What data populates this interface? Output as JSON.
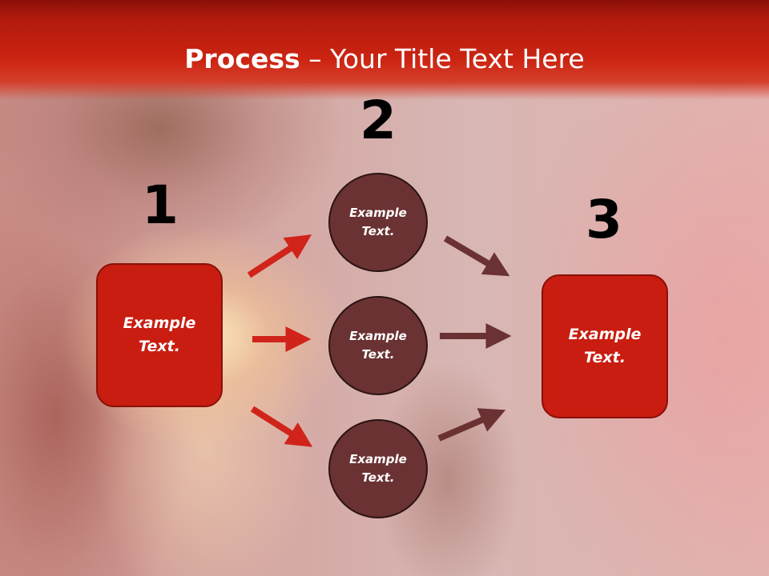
{
  "slide": {
    "title_bold": "Process",
    "title_rest": " – Your Title Text Here"
  },
  "steps": [
    {
      "number": "1"
    },
    {
      "number": "2"
    },
    {
      "number": "3"
    }
  ],
  "left_box": {
    "label": "Example\nText."
  },
  "circles": [
    {
      "label": "Example\nText."
    },
    {
      "label": "Example\nText."
    },
    {
      "label": "Example\nText."
    }
  ],
  "right_box": {
    "label": "Example\nText."
  },
  "colors": {
    "header_red": "#cc2412",
    "box_red": "#c81d10",
    "circle_brown": "#6b3233",
    "arrow_red": "#d0241a",
    "arrow_brown": "#6b3233"
  }
}
